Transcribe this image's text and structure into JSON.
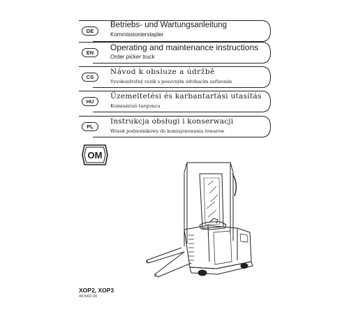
{
  "languages": [
    {
      "code": "DE",
      "title": "Betriebs- und Wartungsanleitung",
      "subtitle": "Kommissionierstapler"
    },
    {
      "code": "EN",
      "title": "Operating and maintenance instructions",
      "subtitle": "Order picker truck"
    },
    {
      "code": "CS",
      "title": "Návod k obsluze a údržbě",
      "subtitle": "Vysokozdvižný vozík s posuvným zdvihacím zařízením"
    },
    {
      "code": "HU",
      "title": "Üzemeltetési és karbantartási utasítás",
      "subtitle": "Komissiózó targonca"
    },
    {
      "code": "PL",
      "title": "Instrukcja obsługi i konserwacji",
      "subtitle": "Wózek podnośnikowy do komisjonowania towarów"
    }
  ],
  "brand": {
    "logo_text": "OM"
  },
  "footer": {
    "model": "XOP2, XOP3",
    "doc_number": "44.5/02.04"
  },
  "colors": {
    "line": "#222222",
    "text": "#1a1a1a"
  }
}
